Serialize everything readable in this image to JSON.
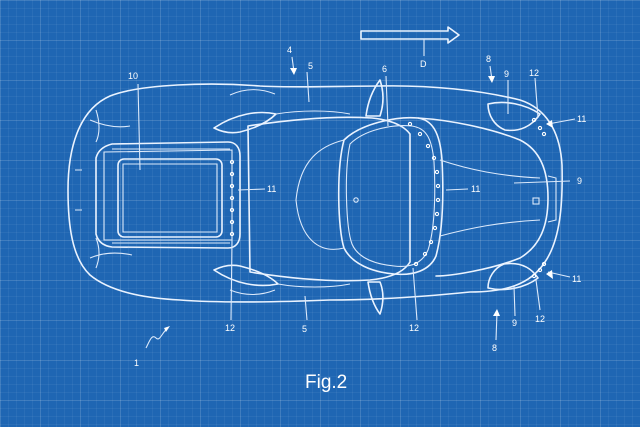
{
  "figure": {
    "caption": "Fig.2",
    "direction_label": "D",
    "labels": {
      "l1": "1",
      "l4": "4",
      "l5_top": "5",
      "l5_bottom": "5",
      "l6": "6",
      "l8_top": "8",
      "l8_bottom": "8",
      "l9_top": "9",
      "l9_right": "9",
      "l9_bottom": "9",
      "l10": "10",
      "l11_a": "11",
      "l11_b": "11",
      "l11_c": "11",
      "l11_d": "11",
      "l12_top": "12",
      "l12_bl": "12",
      "l12_bm": "12",
      "l12_br": "12"
    }
  }
}
